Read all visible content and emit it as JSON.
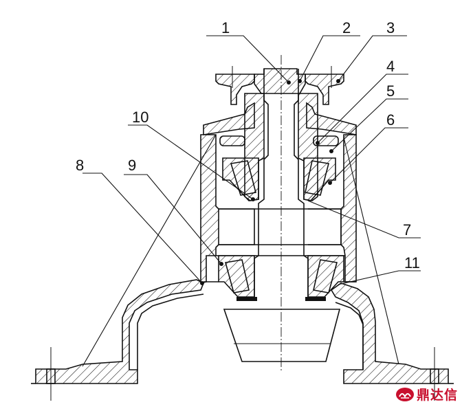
{
  "labels": {
    "l1": "1",
    "l2": "2",
    "l3": "3",
    "l4": "4",
    "l5": "5",
    "l6": "6",
    "l7": "7",
    "l8": "8",
    "l9": "9",
    "l10": "10",
    "l11": "11"
  },
  "watermark": {
    "text": "鼎达信",
    "color": "#c8102e",
    "icon": "sun-logo-icon"
  }
}
